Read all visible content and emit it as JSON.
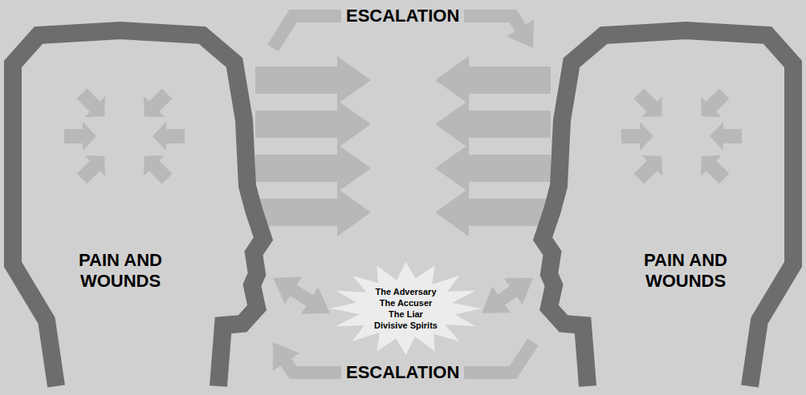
{
  "diagram": {
    "nodes": [
      {
        "text": [
          "PAIN AND WOUNDS"
        ]
      },
      {
        "text": [
          "PAIN AND WOUNDS"
        ]
      },
      {
        "text": [
          "The Adversary",
          "The Accuser",
          "The Liar",
          "Divisive Spirits"
        ]
      }
    ],
    "edges": [
      {
        "from": 0,
        "to": 1,
        "arrow": "to",
        "label": "ESCALATION"
      },
      {
        "from": 1,
        "to": 0,
        "arrow": "to",
        "label": "ESCALATION"
      },
      {
        "from": 2,
        "to": 0,
        "arrow": "both"
      },
      {
        "from": 2,
        "to": 1,
        "arrow": "both"
      }
    ]
  }
}
